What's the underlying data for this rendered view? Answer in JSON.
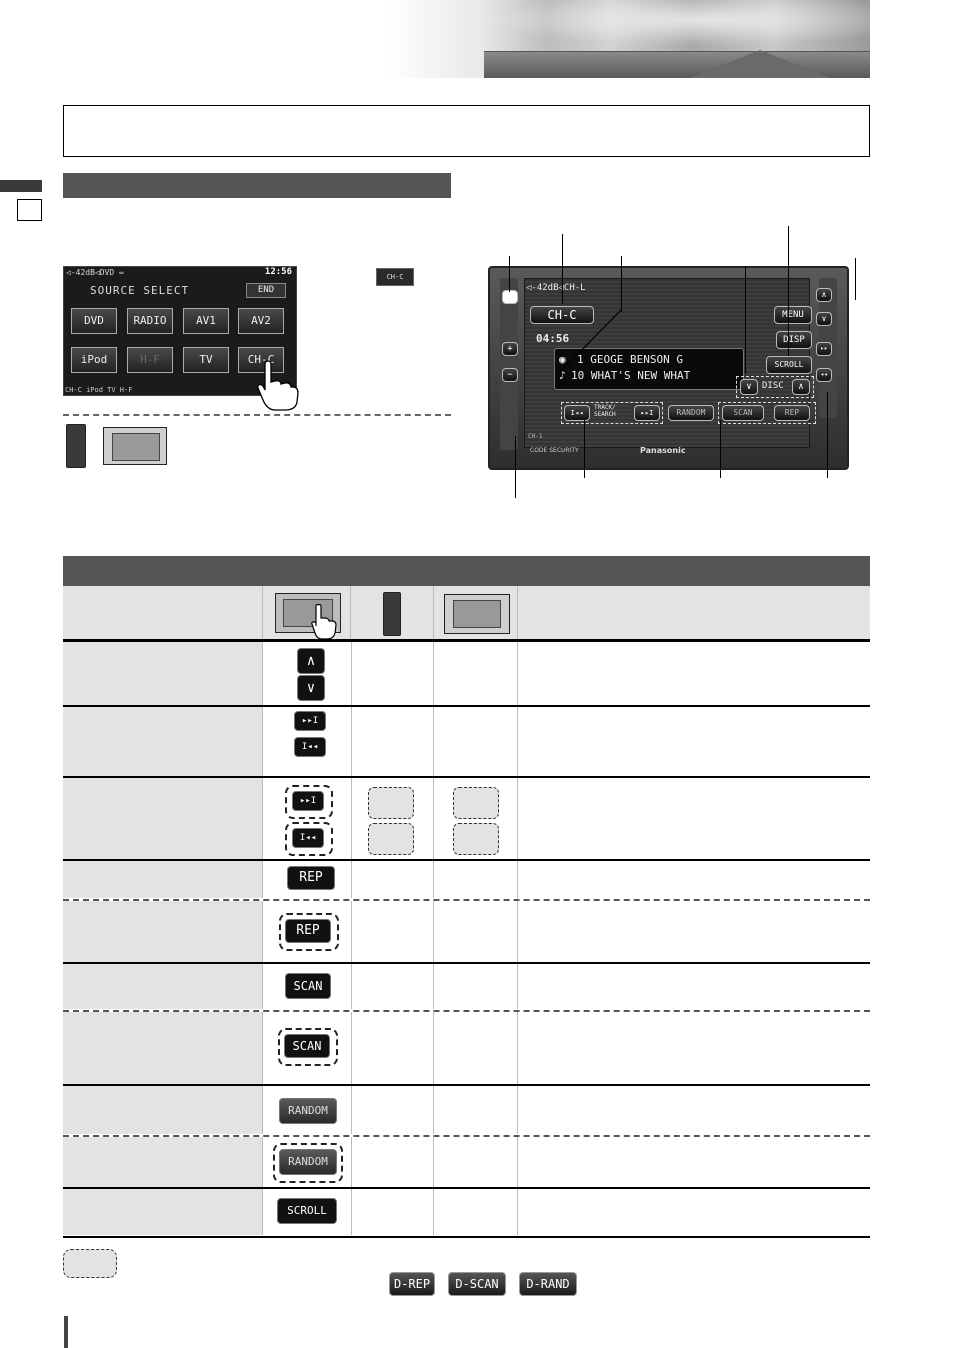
{
  "source_screen": {
    "status": "◁-42dB◁DVD ⇔",
    "clock": "12:56",
    "title": "SOURCE SELECT",
    "end_label": "END",
    "buttons": [
      "DVD",
      "RADIO",
      "AV1",
      "AV2",
      "iPod",
      "H-F",
      "TV",
      "CH-C"
    ],
    "footer": "CH-C  iPod  TV  H-F"
  },
  "chc_button_label": "CH-C",
  "unit": {
    "status": "◁-42dB◁CH-L",
    "source_label": "CH-C",
    "time": "04:56",
    "line1": "1  GEOGE BENSON G",
    "line2": "10  WHAT'S NEW WHAT",
    "menu_label": "MENU",
    "disp_label": "DISP",
    "scroll_label": "SCROLL",
    "disc_label": "DISC",
    "track_search_label": "TRACK/\nSEARCH",
    "random_label": "RANDOM",
    "scan_label": "SCAN",
    "rep_label": "REP",
    "code_label": "CODE SECURITY",
    "brand": "Panasonic",
    "ch_label": "CH-1"
  },
  "table_buttons": {
    "rep": "REP",
    "scan": "SCAN",
    "random": "RANDOM",
    "scroll": "SCROLL"
  },
  "legend_buttons": [
    "D-REP",
    "D-SCAN",
    "D-RAND"
  ]
}
